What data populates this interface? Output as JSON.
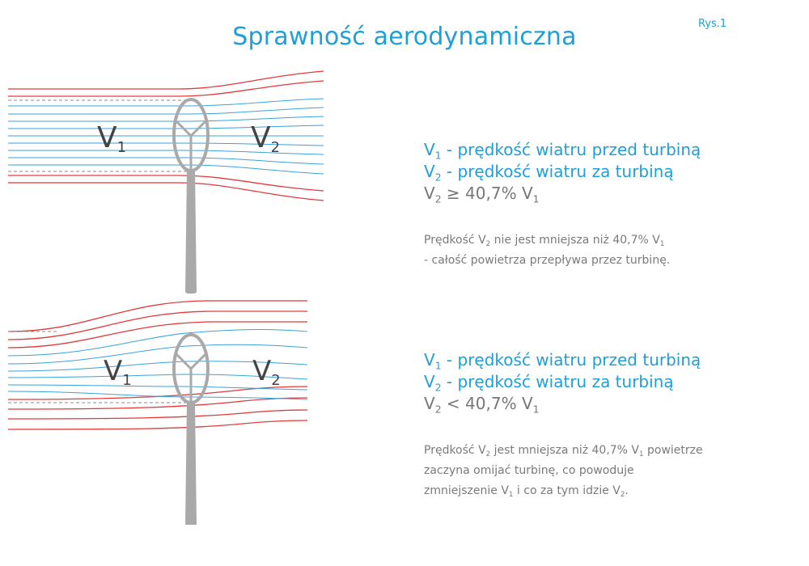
{
  "title": "Sprawność aerodynamiczna",
  "figure_label": "Rys.1",
  "colors": {
    "accent": "#1e9fd8",
    "red_lines": "#e03a3a",
    "blue_lines": "#3aa3db",
    "turbine": "#a9a9a9",
    "text_gray": "#777777"
  },
  "v1": "V",
  "v1_sub": "1",
  "v2": "V",
  "v2_sub": "2",
  "panel1": {
    "legend_line1_var": "V",
    "legend_line1_sub": "1",
    "legend_line1_text": " - prędkość wiatru przed turbiną",
    "legend_line2_var": "V",
    "legend_line2_sub": "2",
    "legend_line2_text": " - prędkość wiatru za turbiną",
    "condition_var": "V",
    "condition_sub": "2",
    "condition_text": " ≥ 40,7% V",
    "condition_sub2": "1",
    "desc_p1": "Prędkość V",
    "desc_s1": "2",
    "desc_p2": " nie jest mniejsza niż 40,7% V",
    "desc_s2": "1",
    "desc_line2": "- całość powietrza przepływa przez turbinę."
  },
  "panel2": {
    "legend_line1_var": "V",
    "legend_line1_sub": "1",
    "legend_line1_text": " - prędkość wiatru przed turbiną",
    "legend_line2_var": "V",
    "legend_line2_sub": "2",
    "legend_line2_text": " - prędkość wiatru za turbiną",
    "condition_var": "V",
    "condition_sub": "2",
    "condition_text": " < 40,7% V",
    "condition_sub2": "1",
    "desc_p1": "Prędkość V",
    "desc_s1": "2",
    "desc_p2": "  jest mniejsza niż 40,7% V",
    "desc_s2": "1",
    "desc_p3": " powietrze",
    "desc_line2": "zaczyna omijać turbinę, co powoduje",
    "desc_l3_p1": "zmniejszenie V",
    "desc_l3_s1": "1",
    "desc_l3_p2": " i co za tym idzie V",
    "desc_l3_s2": "2",
    "desc_l3_p3": "."
  }
}
